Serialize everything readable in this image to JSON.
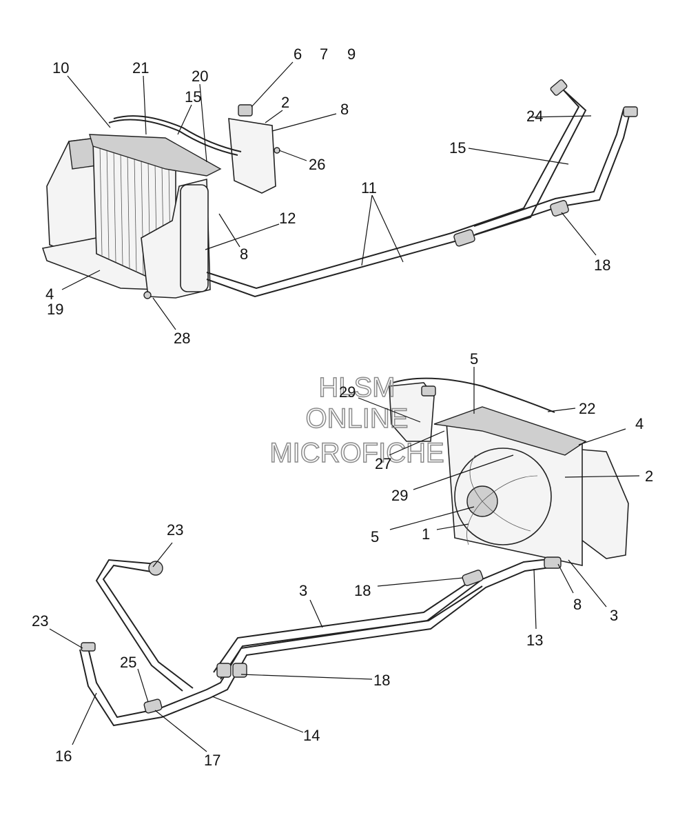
{
  "watermark": {
    "line1": "HLSM",
    "line2": "ONLINE",
    "line3": "MICROFICHE"
  },
  "callouts_upper": {
    "c10": "10",
    "c21": "21",
    "c20": "20",
    "c15a": "15",
    "c6": "6",
    "c7": "7",
    "c9": "9",
    "c2": "2",
    "c8a": "8",
    "c26": "26",
    "c24": "24",
    "c15b": "15",
    "c11": "11",
    "c12": "12",
    "c8b": "8",
    "c18": "18",
    "c4": "4",
    "c19": "19",
    "c28": "28"
  },
  "callouts_lower": {
    "c5a": "5",
    "c29a": "29",
    "c22": "22",
    "c4": "4",
    "c27": "27",
    "c2": "2",
    "c29b": "29",
    "c5b": "5",
    "c1": "1",
    "c23a": "23",
    "c3a": "3",
    "c18a": "18",
    "c8": "8",
    "c3b": "3",
    "c13": "13",
    "c23b": "23",
    "c25": "25",
    "c18b": "18",
    "c14": "14",
    "c16": "16",
    "c17": "17"
  }
}
